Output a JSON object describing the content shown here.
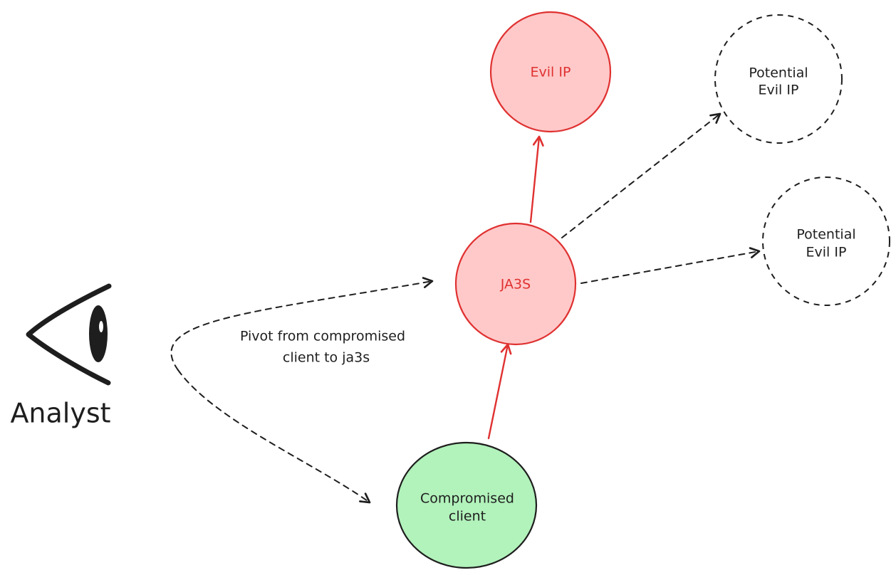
{
  "colors": {
    "ink": "#1e1e1e",
    "red_stroke": "#e03131",
    "red_fill": "#ffc9c9",
    "green_fill": "#b2f2bb",
    "background": "#ffffff"
  },
  "icons": {
    "analyst": "eye-icon"
  },
  "nodes": {
    "evil_ip": {
      "label": "Evil IP"
    },
    "ja3s": {
      "label": "JA3S"
    },
    "compromised_client": {
      "line1": "Compromised",
      "line2": "client"
    },
    "potential_1": {
      "line1": "Potential",
      "line2": "Evil IP"
    },
    "potential_2": {
      "line1": "Potential",
      "line2": "Evil IP"
    }
  },
  "analyst": {
    "label": "Analyst"
  },
  "pivot_note": {
    "line1": "Pivot from compromised",
    "line2": "client to ja3s"
  }
}
